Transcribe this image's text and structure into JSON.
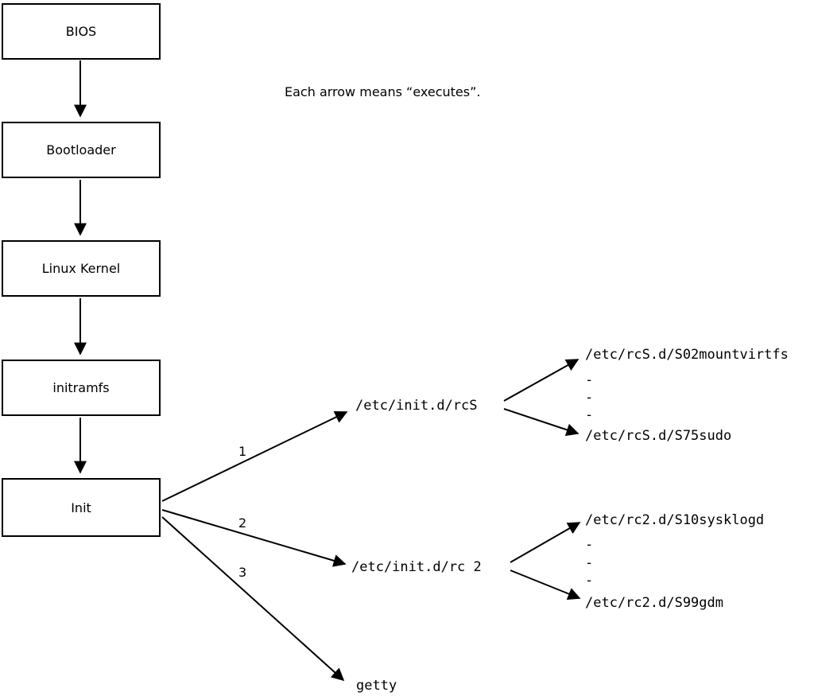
{
  "note": "Each arrow means “executes”.",
  "boot_chain": [
    {
      "label": "BIOS"
    },
    {
      "label": "Bootloader"
    },
    {
      "label": "Linux Kernel"
    },
    {
      "label": "initramfs"
    },
    {
      "label": "Init"
    }
  ],
  "init_branches": [
    {
      "order": "1",
      "target": "/etc/init.d/rcS"
    },
    {
      "order": "2",
      "target": "/etc/init.d/rc 2"
    },
    {
      "order": "3",
      "target": "getty"
    }
  ],
  "rcS_dir": {
    "first_script": "/etc/rcS.d/S02mountvirtfs",
    "dash1": "-",
    "dash2": "-",
    "dash3": "-",
    "last_script": "/etc/rcS.d/S75sudo"
  },
  "rc2_dir": {
    "first_script": "/etc/rc2.d/S10sysklogd",
    "dash1": "-",
    "dash2": "-",
    "dash3": "-",
    "last_script": "/etc/rc2.d/S99gdm"
  },
  "colors": {
    "line": "#000000",
    "background": "#ffffff"
  }
}
